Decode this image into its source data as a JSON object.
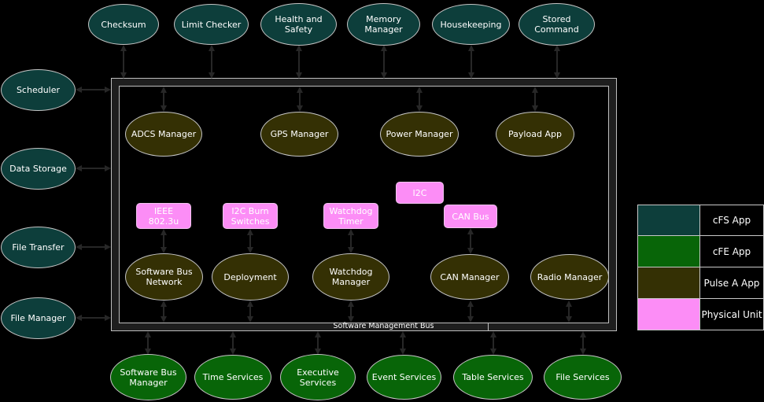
{
  "bus": {
    "label": "Software Management Bus"
  },
  "nodes": {
    "cfs_top": [
      "Checksum",
      "Limit Checker",
      "Health and\nSafety",
      "Memory\nManager",
      "Housekeeping",
      "Stored\nCommand"
    ],
    "cfs_left": [
      "Scheduler",
      "Data Storage",
      "File Transfer",
      "File Manager"
    ],
    "pulse_row1": [
      "ADCS Manager",
      "GPS Manager",
      "Power Manager",
      "Payload App"
    ],
    "pulse_row2": [
      "Software Bus\nNetwork",
      "Deployment",
      "Watchdog\nManager",
      "CAN Manager",
      "Radio Manager"
    ],
    "physical": [
      "IEEE\n802.3u",
      "I2C Burn\nSwitches",
      "Watchdog\nTimer",
      "I2C",
      "CAN Bus"
    ],
    "cfe_bottom": [
      "Software Bus\nManager",
      "Time Services",
      "Executive\nServices",
      "Event Services",
      "Table Services",
      "File Services"
    ]
  },
  "legend": {
    "items": [
      {
        "label": "cFS App",
        "color": "#0d3e3b"
      },
      {
        "label": "cFE App",
        "color": "#086508"
      },
      {
        "label": "Pulse A App",
        "color": "#343004"
      },
      {
        "label": "Physical Unit",
        "color": "#fc8df6"
      }
    ]
  },
  "colors": {
    "background": "#000000",
    "cfs_app": "#0d3e3b",
    "cfe_app": "#086508",
    "pulse_a_app": "#343004",
    "physical_unit": "#fc8df6",
    "node_border": "#c4c4c4",
    "frame_border": "#bebebe",
    "arrow": "#272727",
    "text": "#ffffff"
  }
}
